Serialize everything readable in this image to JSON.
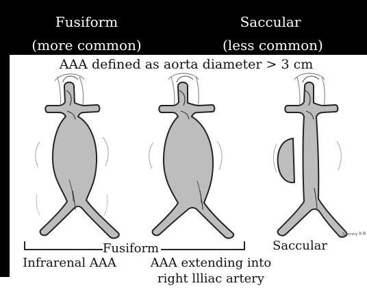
{
  "header": {
    "fusiform_title": "Fusiform",
    "fusiform_subtitle": "(more common)",
    "saccular_title": "Saccular",
    "saccular_subtitle": "(less common)"
  },
  "definition": "AAA defined as aorta diameter > 3 cm",
  "figures": [
    {
      "label": "Infrarenal AAA"
    },
    {
      "label_line1": "AAA extending into",
      "label_line2": "right llliac artery"
    },
    {
      "label": "Saccular"
    }
  ],
  "bracket_label": "Fusiform",
  "artist_signature": "S.Jenny R.B"
}
